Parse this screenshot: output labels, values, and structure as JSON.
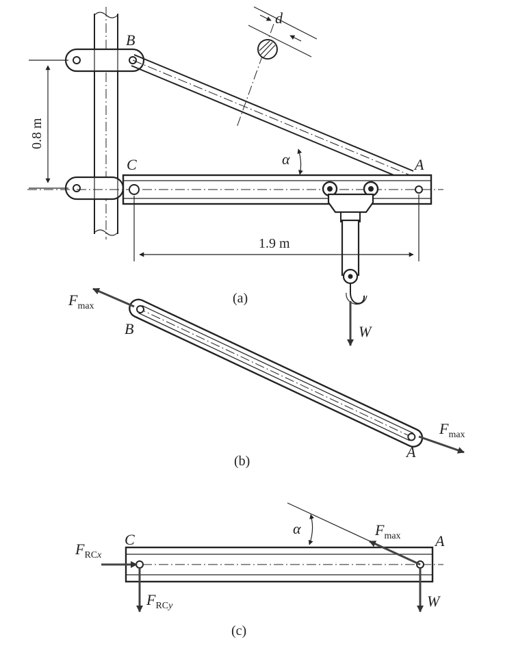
{
  "labels": {
    "a": {
      "B": "B",
      "C": "C",
      "A": "A",
      "d": "d",
      "alpha": "α",
      "height": "0.8 m",
      "length": "1.9 m",
      "W": "W",
      "caption": "(a)"
    },
    "b": {
      "F_left_main": "F",
      "F_left_sub": "max",
      "B": "B",
      "F_right_main": "F",
      "F_right_sub": "max",
      "A": "A",
      "caption": "(b)"
    },
    "c": {
      "C": "C",
      "A": "A",
      "alpha": "α",
      "Fmax_main": "F",
      "Fmax_sub": "max",
      "FRCx_main": "F",
      "FRCx_sub_upright": "RC",
      "FRCx_sub_italic": "x",
      "FRCy_main": "F",
      "FRCy_sub_upright": "RC",
      "FRCy_sub_italic": "y",
      "W": "W",
      "caption": "(c)"
    }
  }
}
